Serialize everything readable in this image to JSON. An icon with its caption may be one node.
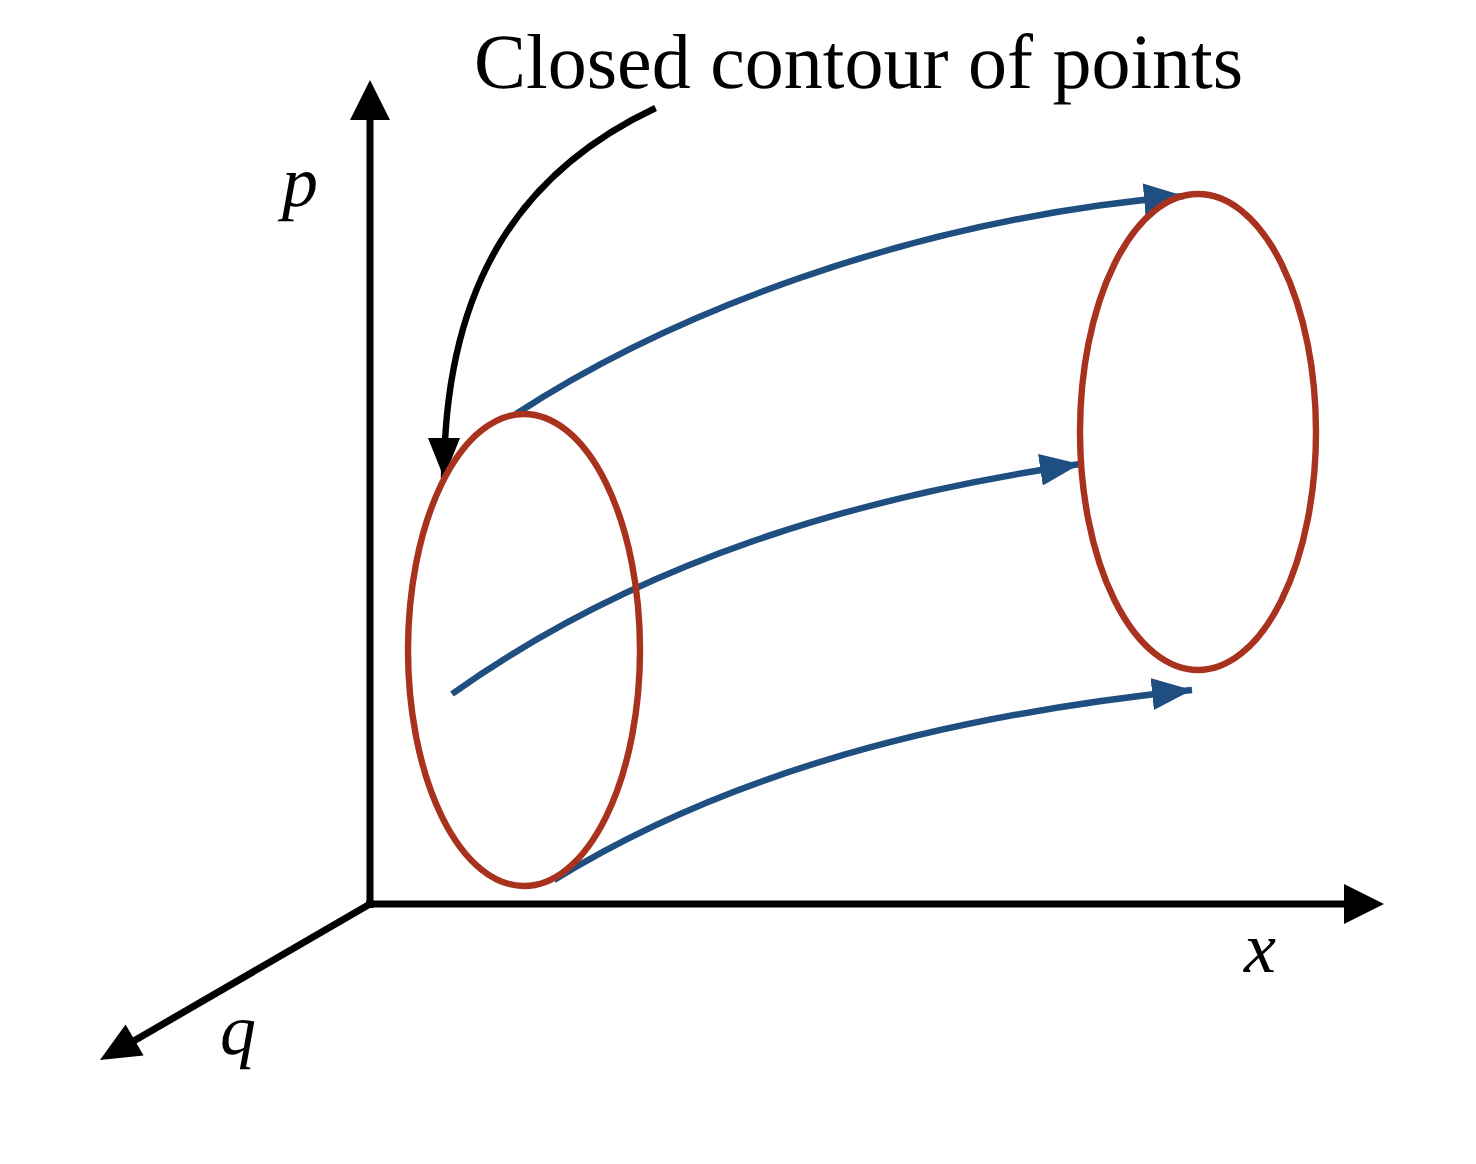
{
  "diagram": {
    "nodes": [
      {
        "text": [
          "Closed contour of points"
        ]
      },
      {
        "text": [],
        "shape": "ellipse"
      },
      {
        "text": [],
        "shape": "ellipse"
      }
    ],
    "edges": [
      {
        "from": 0,
        "to": 1,
        "arrow": "to",
        "color": "#000000"
      },
      {
        "from": 1,
        "to": 2,
        "arrow": "to",
        "color": "#1f4e80"
      },
      {
        "from": 1,
        "to": 2,
        "arrow": "to",
        "color": "#1f4e80"
      },
      {
        "from": 1,
        "to": 2,
        "arrow": "to",
        "color": "#1f4e80"
      }
    ],
    "labels": [
      "p",
      "x",
      "q"
    ]
  }
}
